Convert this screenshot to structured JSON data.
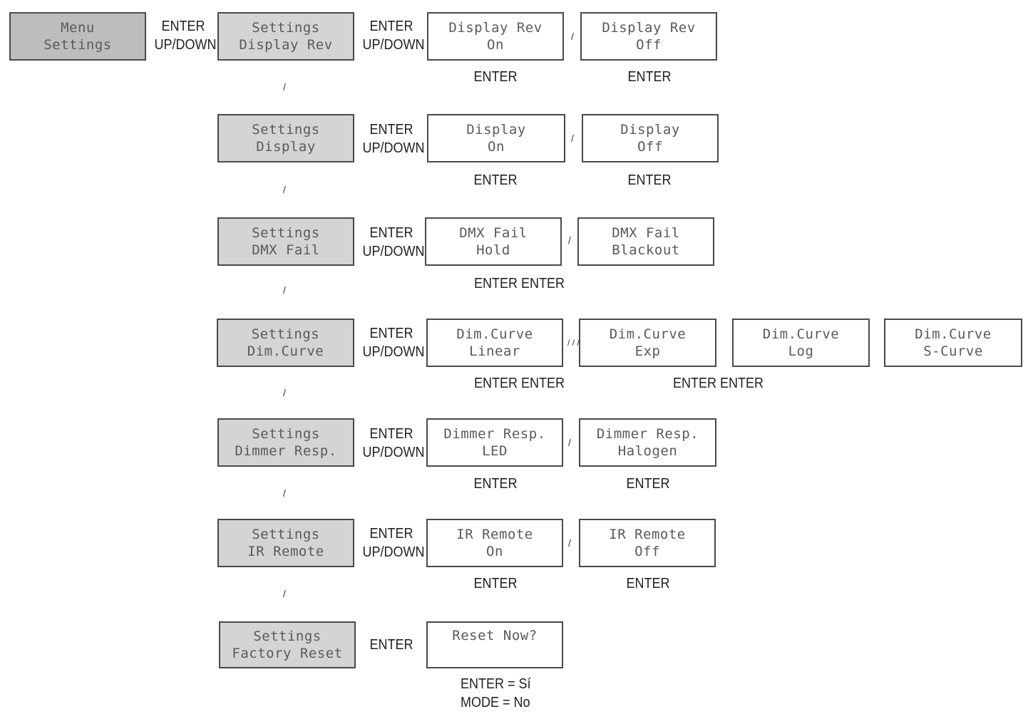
{
  "root": {
    "line1": "Menu",
    "line2": "Settings"
  },
  "nav_enter": "ENTER",
  "nav_updown": "UP/DOWN",
  "separator": "/",
  "separator_triple": "/ / /",
  "rows": [
    {
      "menu": {
        "line1": "Settings",
        "line2": "Display Rev"
      },
      "opt1": {
        "line1": "Display Rev",
        "line2": "On"
      },
      "opt2": {
        "line1": "Display Rev",
        "line2": "Off"
      },
      "enter1": "ENTER",
      "enter2": "ENTER"
    },
    {
      "menu": {
        "line1": "Settings",
        "line2": "Display"
      },
      "opt1": {
        "line1": "Display",
        "line2": "On"
      },
      "opt2": {
        "line1": "Display",
        "line2": "Off"
      },
      "enter1": "ENTER",
      "enter2": "ENTER"
    },
    {
      "menu": {
        "line1": "Settings",
        "line2": "DMX Fail"
      },
      "opt1": {
        "line1": "DMX Fail",
        "line2": "Hold"
      },
      "opt2": {
        "line1": "DMX Fail",
        "line2": "Blackout"
      },
      "enter1": "ENTER ENTER"
    },
    {
      "menu": {
        "line1": "Settings",
        "line2": "Dim.Curve"
      },
      "opt1": {
        "line1": "Dim.Curve",
        "line2": "Linear"
      },
      "opt2": {
        "line1": "Dim.Curve",
        "line2": "Exp"
      },
      "opt3": {
        "line1": "Dim.Curve",
        "line2": "Log"
      },
      "opt4": {
        "line1": "Dim.Curve",
        "line2": "S-Curve"
      },
      "enter1": "ENTER ENTER",
      "enter2": "ENTER ENTER"
    },
    {
      "menu": {
        "line1": "Settings",
        "line2": "Dimmer Resp."
      },
      "opt1": {
        "line1": "Dimmer Resp.",
        "line2": "LED"
      },
      "opt2": {
        "line1": "Dimmer Resp.",
        "line2": "Halogen"
      },
      "enter1": "ENTER",
      "enter2": "ENTER"
    },
    {
      "menu": {
        "line1": "Settings",
        "line2": "IR Remote"
      },
      "opt1": {
        "line1": "IR Remote",
        "line2": "On"
      },
      "opt2": {
        "line1": "IR Remote",
        "line2": "Off"
      },
      "enter1": "ENTER",
      "enter2": "ENTER"
    },
    {
      "menu": {
        "line1": "Settings",
        "line2": "Factory Reset"
      },
      "opt1": {
        "line1": "Reset Now?"
      },
      "enter_yes": "ENTER = Sí",
      "mode_no": "MODE = No"
    }
  ],
  "colors": {
    "root_fill": "#bdbdbd",
    "menu_fill": "#d4d4d4",
    "option_fill": "#ffffff",
    "border": "#4a4a4a"
  }
}
